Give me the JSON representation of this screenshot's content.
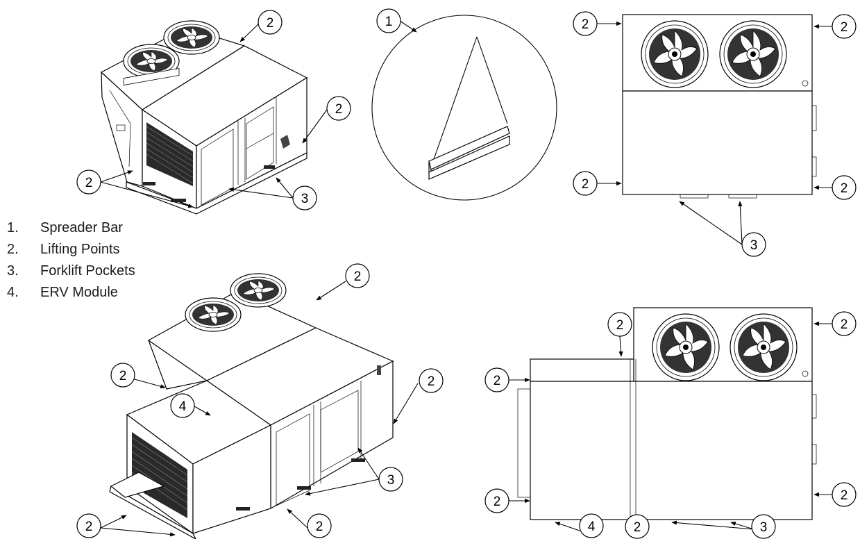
{
  "legend": [
    {
      "number": "1.",
      "label": "Spreader Bar"
    },
    {
      "number": "2.",
      "label": "Lifting Points"
    },
    {
      "number": "3.",
      "label": "Forklift Pockets"
    },
    {
      "number": "4.",
      "label": "ERV Module"
    }
  ],
  "callouts": {
    "one": "1",
    "two": "2",
    "three": "3",
    "four": "4"
  }
}
